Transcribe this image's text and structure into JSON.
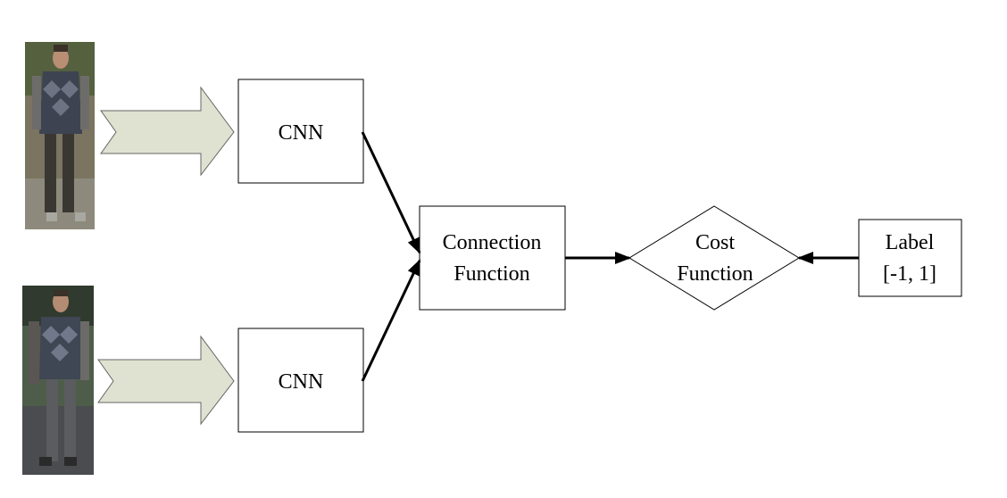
{
  "diagram": {
    "top_branch": {
      "cnn_label": "CNN"
    },
    "bottom_branch": {
      "cnn_label": "CNN"
    },
    "connection_function": {
      "line1": "Connection",
      "line2": "Function"
    },
    "cost_function": {
      "line1": "Cost",
      "line2": "Function"
    },
    "label_box": {
      "line1": "Label",
      "line2": "[-1, 1]"
    }
  },
  "colors": {
    "input_arrow_fill": "#dfe2d0",
    "stroke": "#000000",
    "background": "#ffffff"
  },
  "icons": [
    "person-photo-icon",
    "block-arrow-icon"
  ]
}
